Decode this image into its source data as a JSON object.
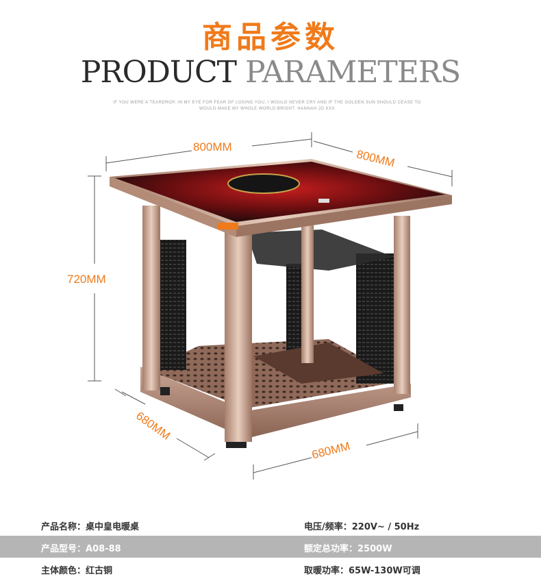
{
  "header": {
    "title_cn": "商品参数",
    "title_en_1": "PRODUCT",
    "title_en_2": "PARAMETERS",
    "tagline_1": "IF YOU WERE A TEARDROP, IN MY EYE FOR FEAR OF LOSING YOU, I WOULD NEVER CRY AND IF THE GOLDEN SUN SHOULD CEASE TO",
    "tagline_2": "WOULD MAKE MY WHOLE WORLD BRIGHT. HANNAH JO XXX"
  },
  "dimensions": {
    "top_width": "800MM",
    "top_depth": "800MM",
    "height": "720MM",
    "base_depth": "680MM",
    "base_width": "680MM"
  },
  "colors": {
    "accent": "#f07a1a",
    "stripe": "#b5b5b5"
  },
  "specs": [
    {
      "left_label": "产品名称：",
      "left_value": "桌中皇电暖桌",
      "right_label": "电压/频率：",
      "right_value": "220V~ / 50Hz"
    },
    {
      "left_label": "产品型号：",
      "left_value": "A08-88",
      "right_label": "额定总功率：",
      "right_value": "2500W"
    },
    {
      "left_label": "主体颜色：",
      "left_value": "红古铜",
      "right_label": "取暖功率：",
      "right_value": "65W-130W可调"
    }
  ]
}
